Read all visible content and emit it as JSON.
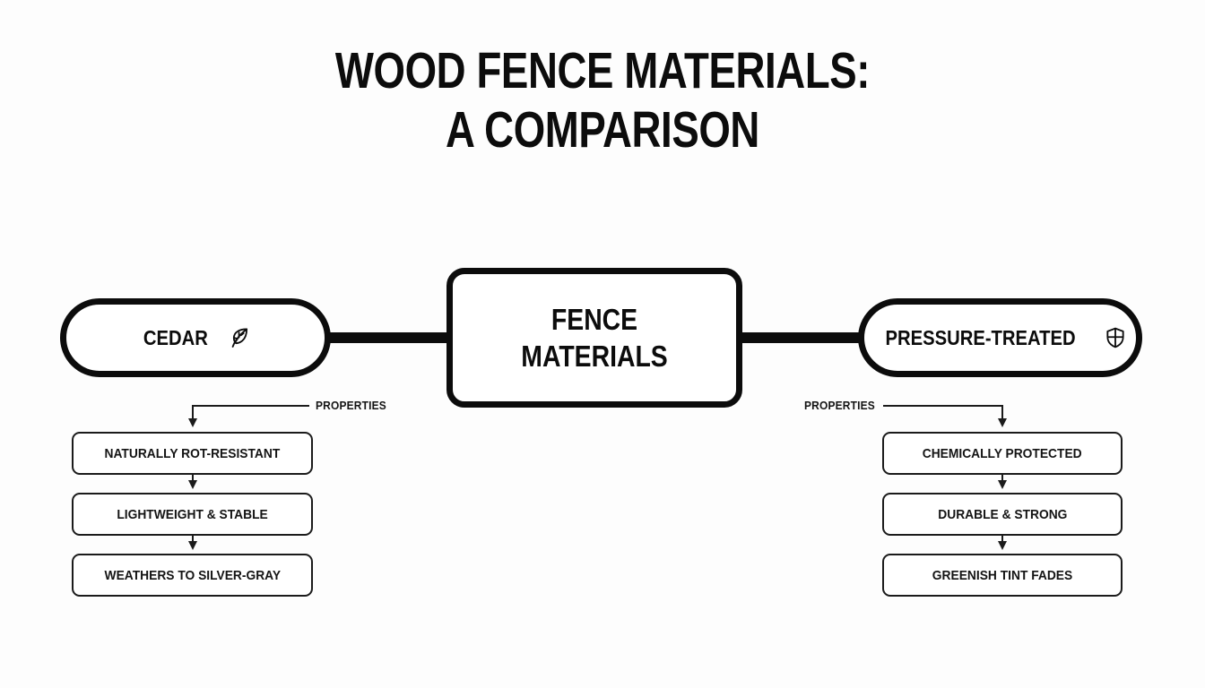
{
  "title": {
    "line1": "WOOD FENCE MATERIALS:",
    "line2": "A COMPARISON"
  },
  "colors": {
    "background": "#fdfdfd",
    "ink": "#0c0c0c",
    "node_fill": "#ffffff",
    "thin_line": "#1b1b1b"
  },
  "center_node": {
    "label": "FENCE\nMATERIALS"
  },
  "branches": [
    {
      "side": "left",
      "node_label": "CEDAR",
      "icon": "leaf-icon",
      "connector_label": "PROPERTIES",
      "properties": [
        "NATURALLY ROT-RESISTANT",
        "LIGHTWEIGHT & STABLE",
        "WEATHERS TO SILVER-GRAY"
      ]
    },
    {
      "side": "right",
      "node_label": "PRESSURE-TREATED",
      "icon": "shield-icon",
      "connector_label": "PROPERTIES",
      "properties": [
        "CHEMICALLY PROTECTED",
        "DURABLE & STRONG",
        "GREENISH TINT FADES"
      ]
    }
  ]
}
